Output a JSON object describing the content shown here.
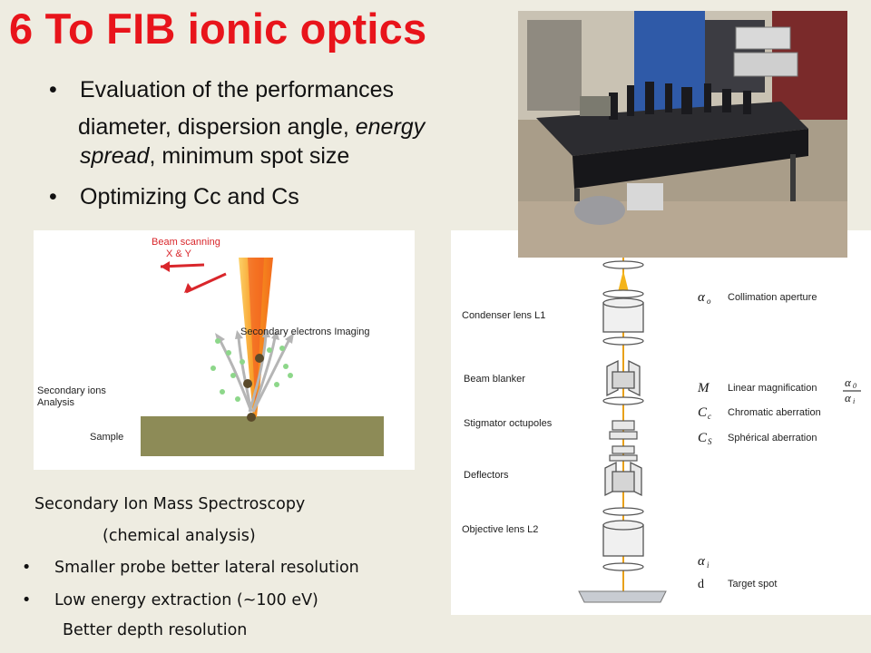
{
  "slide": {
    "title": "6 To FIB ionic optics",
    "bullets": [
      {
        "text": "Evaluation of the performances"
      },
      {
        "text_a": "diameter, dispersion angle, ",
        "text_b": "energy",
        "text_c": "spread",
        "text_d": ", minimum spot size"
      },
      {
        "text": "Optimizing Cc and Cs"
      }
    ],
    "bullet_glyph": "•"
  },
  "sims_figure": {
    "beam_label_1": "Beam scanning",
    "beam_label_2": "X & Y",
    "secondary_electrons_label": "Secondary electrons  Imaging",
    "secondary_ions_label_1": "Secondary ions",
    "secondary_ions_label_2": "Analysis",
    "sample_label": "Sample"
  },
  "lower_text": {
    "line1": "Secondary Ion Mass Spectroscopy",
    "line2": "(chemical analysis)",
    "bullet1": "Smaller probe better lateral resolution",
    "bullet2": "Low energy extraction (~100 eV)",
    "line3": "Better depth resolution"
  },
  "column_figure": {
    "left_labels": [
      "Condenser lens L1",
      "Beam blanker",
      "Stigmator octupoles",
      "Deflectors",
      "Objective lens L2"
    ],
    "symbols": {
      "alpha_0": "α",
      "alpha_0_sub": "o",
      "M": "M",
      "Cc": "C",
      "Cc_sub": "c",
      "Cs": "C",
      "Cs_sub": "S",
      "alpha_i": "α",
      "alpha_i_sub": "i",
      "d": "d"
    },
    "right_labels": [
      "Collimation aperture",
      "Linear magnification",
      "Chromatic aberration",
      "Sphérical aberration",
      "Target spot"
    ],
    "fraction": {
      "num": "α",
      "num_sub": "0",
      "den": "α",
      "den_sub": "i"
    }
  },
  "colors": {
    "title": "#e8141b",
    "background": "#eeece1",
    "beam": "#f7941d",
    "sample": "#8d8b57",
    "label_red": "#d9262b"
  }
}
